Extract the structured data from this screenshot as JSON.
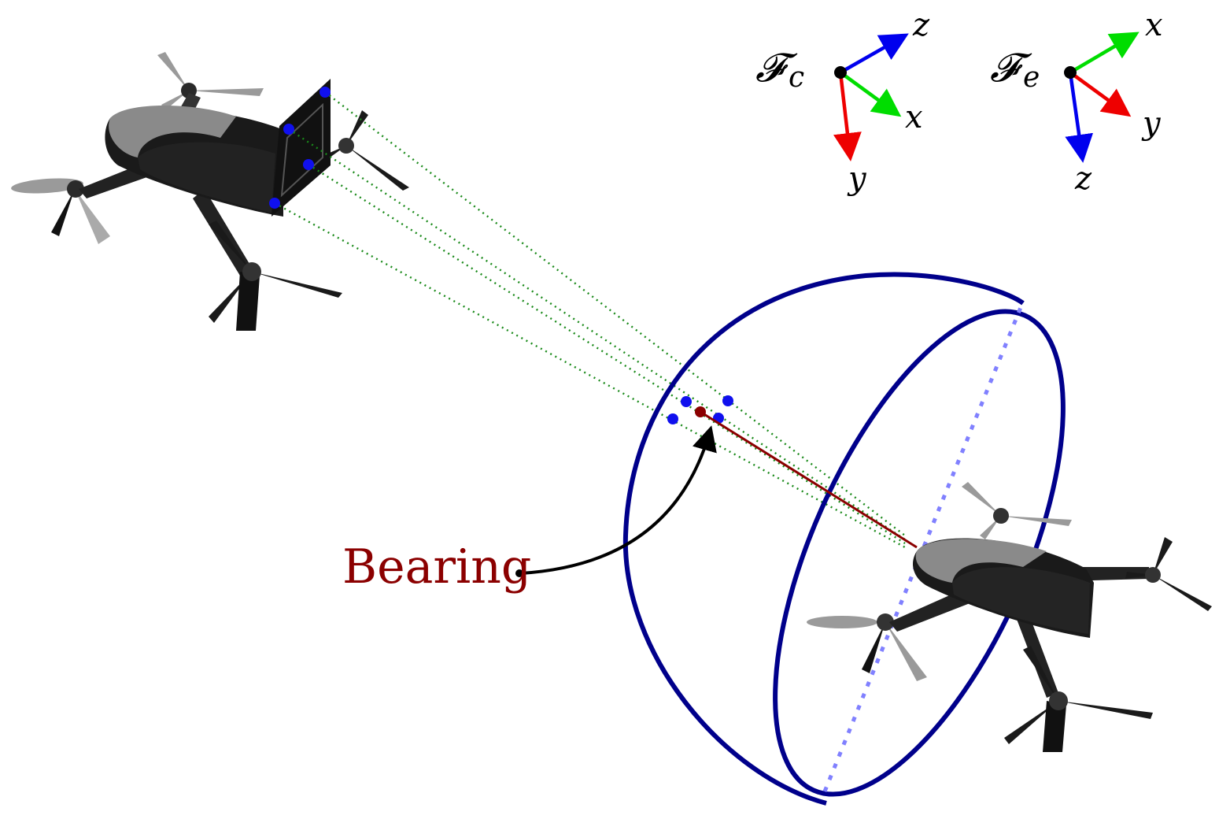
{
  "colors": {
    "axis_x": "#00dd00",
    "axis_y": "#ee0000",
    "axis_z": "#0000ee",
    "sphere": "#00008b",
    "sphere_axis": "#8080ff",
    "rays": "#1a8a1a",
    "feature_points": "#1010ee",
    "bearing": "#8b0000",
    "drone_body": "#1a1a1a",
    "drone_shell": "#8a8a8a"
  },
  "frames": {
    "camera": {
      "symbol": "𝓕",
      "subscript": "c",
      "axes": {
        "x": "x",
        "y": "y",
        "z": "z"
      }
    },
    "ego": {
      "symbol": "𝓕",
      "subscript": "e",
      "axes": {
        "x": "x",
        "y": "y",
        "z": "z"
      }
    }
  },
  "annotation": {
    "bearing_label": "Bearing"
  },
  "icons": {
    "target_drone": "quadcopter-icon",
    "observer_drone": "quadcopter-icon",
    "marker_plate": "fiducial-marker-icon"
  }
}
